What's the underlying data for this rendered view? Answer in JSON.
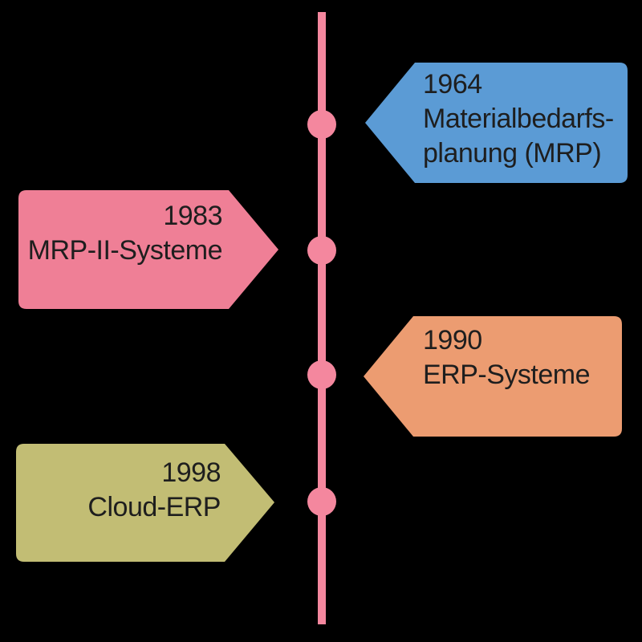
{
  "canvas": {
    "background_color": "#000000"
  },
  "timeline": {
    "orientation": "vertical",
    "line_color": "#F4879E",
    "dot_color": "#F4879E",
    "text_color": "#1E1E1E",
    "events": [
      {
        "year": "1964",
        "label_lines": [
          "Materialbedarfs-",
          "planung (MRP)"
        ],
        "label": "Materialbedarfsplanung (MRP)",
        "side": "right",
        "color": "#5B9BD5"
      },
      {
        "year": "1983",
        "label_lines": [
          "MRP-II-Systeme"
        ],
        "label": "MRP-II-Systeme",
        "side": "left",
        "color": "#EF7F96"
      },
      {
        "year": "1990",
        "label_lines": [
          "ERP-Systeme"
        ],
        "label": "ERP-Systeme",
        "side": "right",
        "color": "#EC9C71"
      },
      {
        "year": "1998",
        "label_lines": [
          "Cloud-ERP"
        ],
        "label": "Cloud-ERP",
        "side": "left",
        "color": "#C2BD74"
      }
    ]
  }
}
